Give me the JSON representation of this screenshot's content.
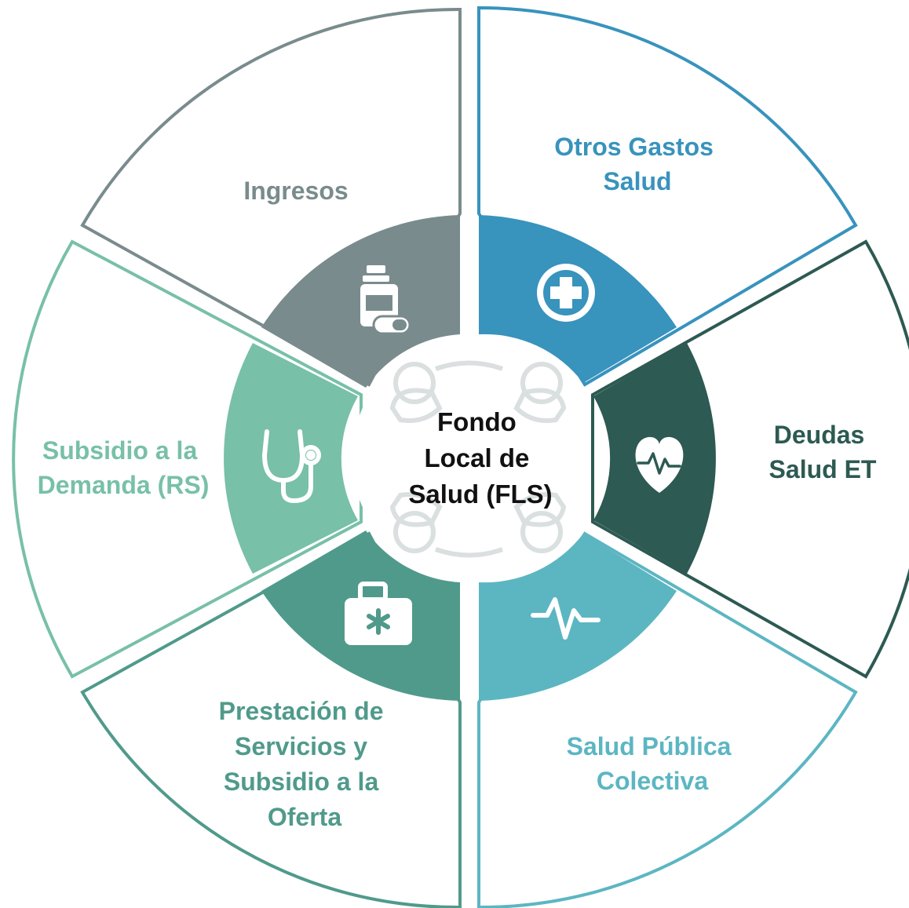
{
  "center": {
    "lines": [
      "Fondo",
      "Local de",
      "Salud (FLS)"
    ]
  },
  "segments": [
    {
      "id": "ingresos",
      "lines": [
        "Ingresos"
      ],
      "color": "#798b8d",
      "icon": "medicine-bottle-icon"
    },
    {
      "id": "otros-gastos",
      "lines": [
        "Otros Gastos",
        "Salud"
      ],
      "color": "#3893bd",
      "icon": "medical-cross-icon"
    },
    {
      "id": "deudas",
      "lines": [
        "Deudas",
        "Salud ET"
      ],
      "color": "#2d5a52",
      "icon": "heart-pulse-icon"
    },
    {
      "id": "salud-publica",
      "lines": [
        "Salud Pública",
        "Colectiva"
      ],
      "color": "#5cb6c2",
      "icon": "pulse-line-icon"
    },
    {
      "id": "prestacion",
      "lines": [
        "Prestación de",
        "Servicios y",
        "Subsidio a la",
        "Oferta"
      ],
      "color": "#509a8b",
      "icon": "first-aid-kit-icon"
    },
    {
      "id": "subsidio-demanda",
      "lines": [
        "Subsidio a la",
        "Demanda (RS)"
      ],
      "color": "#78c0a8",
      "icon": "stethoscope-icon"
    }
  ]
}
